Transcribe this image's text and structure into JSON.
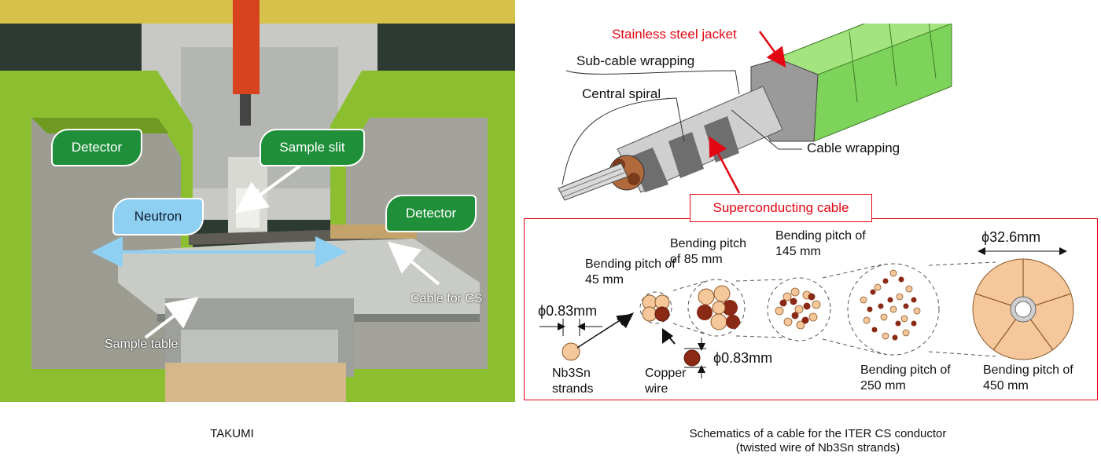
{
  "photo": {
    "labels": {
      "detector_left": "Detector",
      "sample_slit": "Sample slit",
      "neutron": "Neutron",
      "detector_right": "Detector",
      "cable_for_cs": "Cable for CS",
      "sample_table": "Sample table"
    },
    "caption": "TAKUMI"
  },
  "schematic": {
    "labels": {
      "stainless_steel_jacket": "Stainless steel jacket",
      "sub_cable_wrapping": "Sub-cable wrapping",
      "central_spiral": "Central spiral",
      "cable_wrapping": "Cable wrapping",
      "superconducting_cable": "Superconducting cable"
    },
    "detail": {
      "strand_diameter": "ϕ0.83mm",
      "nb3sn_strands": "Nb3Sn strands",
      "copper_wire": "Copper wire",
      "copper_diameter": "ϕ0.83mm",
      "stage1": "Bending pitch of 45 mm",
      "stage2": "Bending pitch of 85 mm",
      "stage3": "Bending pitch of 145 mm",
      "stage4": "Bending pitch of 250 mm",
      "stage5": "Bending pitch of 450 mm",
      "cable_diameter": "ϕ32.6mm"
    },
    "caption_line1": "Schematics of a cable for the ITER CS conductor",
    "caption_line2": "(twisted wire of Nb3Sn strands)"
  },
  "colors": {
    "jacket_green": "#7ed35a",
    "label_red": "#e30613",
    "strand_peach": "#f6c79a",
    "copper_brown": "#8b2a14",
    "pill_green": "#1f8f3a",
    "pill_blue": "#8fd0f2",
    "beam_arrow": "#8fd0f2"
  }
}
